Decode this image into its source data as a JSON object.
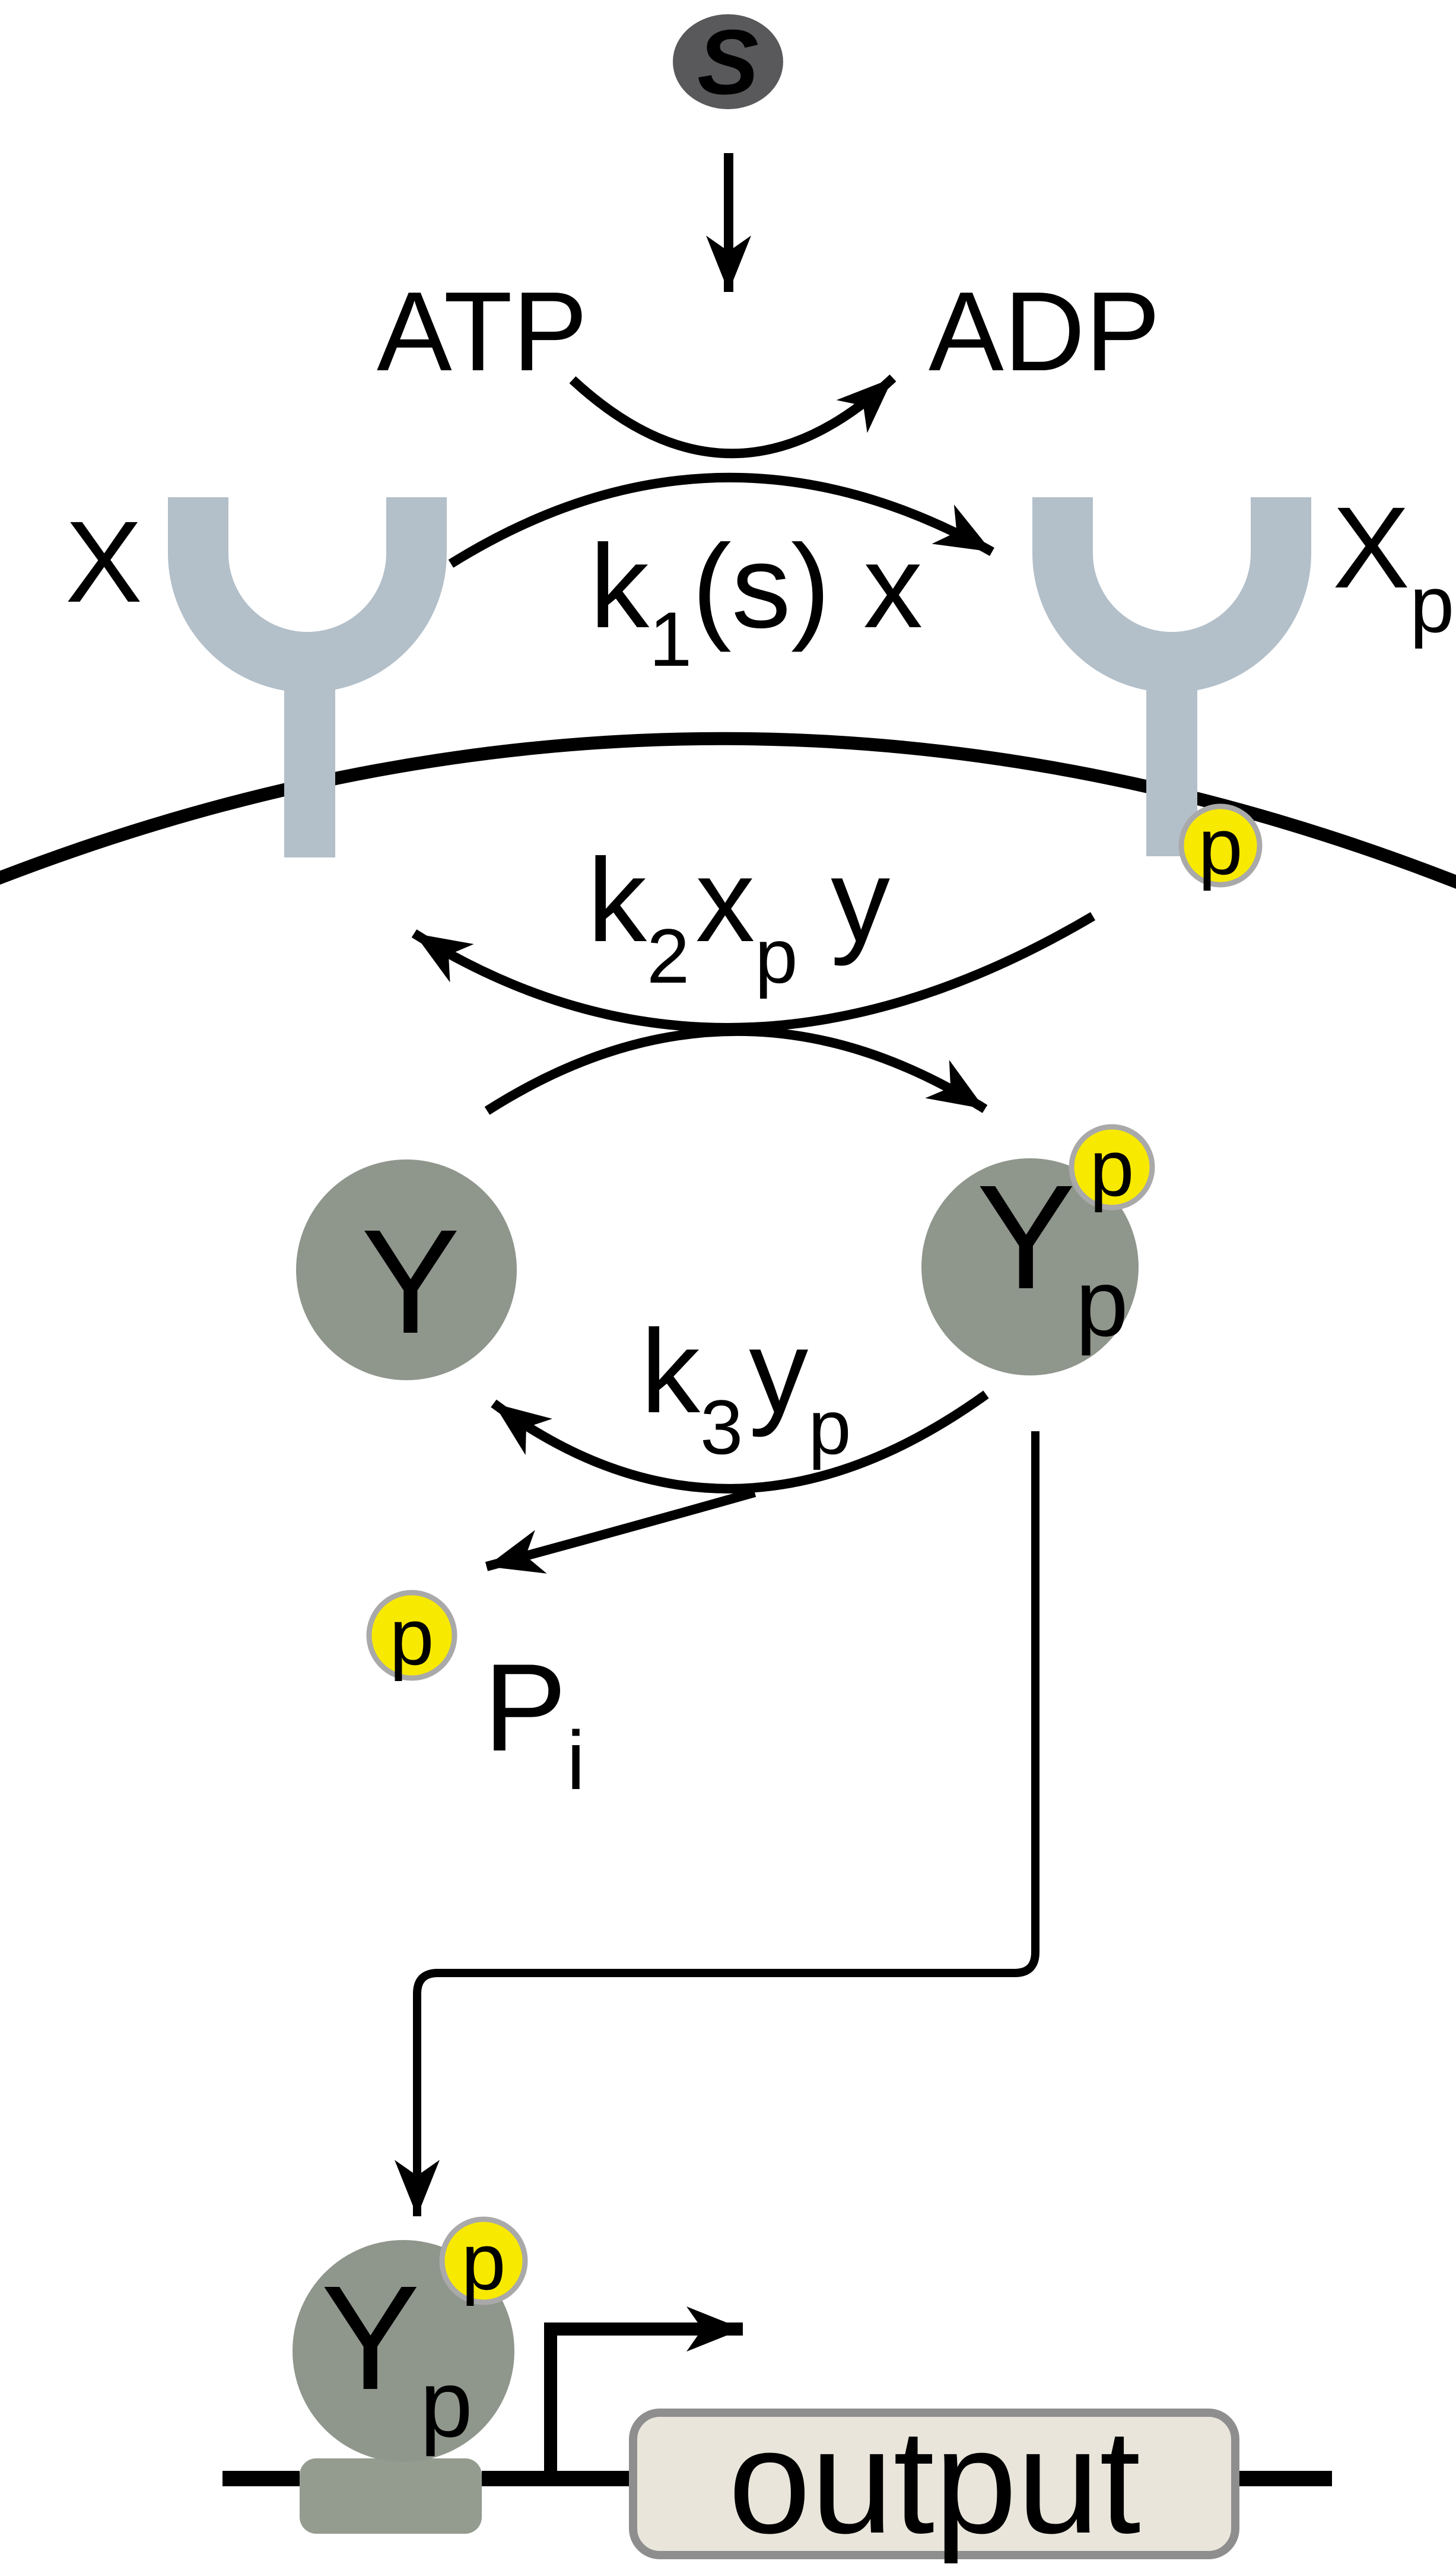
{
  "diagram": {
    "signal": {
      "label": "S"
    },
    "cofactors": {
      "atp": "ATP",
      "adp": "ADP"
    },
    "receptors": {
      "x": {
        "label": "X"
      },
      "xp": {
        "base": "X",
        "sub": "p"
      }
    },
    "rates": {
      "k1": {
        "base": "k",
        "sub": "1",
        "rest": "(s) x"
      },
      "k2": {
        "base": "k",
        "sub": "2",
        "x": "x",
        "x_sub": "p",
        "y": " y"
      },
      "k3": {
        "base": "k",
        "sub": "3",
        "y": "y",
        "y_sub": "p"
      }
    },
    "proteins": {
      "y": {
        "label": "Y"
      },
      "yp": {
        "base": "Y",
        "sub": "p"
      },
      "yp_bound": {
        "base": "Y",
        "sub": "p"
      }
    },
    "phosphate": {
      "letter": "p"
    },
    "inorganic_phosphate": {
      "base": "P",
      "sub": "i"
    },
    "output": {
      "label": "output"
    }
  },
  "colors": {
    "membrane_line": "#000000",
    "receptor": "#b3bfc9",
    "protein_circle": "#8f968c",
    "promoter_box": "#949b8f",
    "phosphate_fill": "#f8e900",
    "phosphate_ring": "#a9a9a9",
    "signal_fill": "#59595b",
    "signal_text": "#d9d9d9",
    "output_fill": "#e9e5da",
    "output_stroke": "#8e8e8e"
  }
}
